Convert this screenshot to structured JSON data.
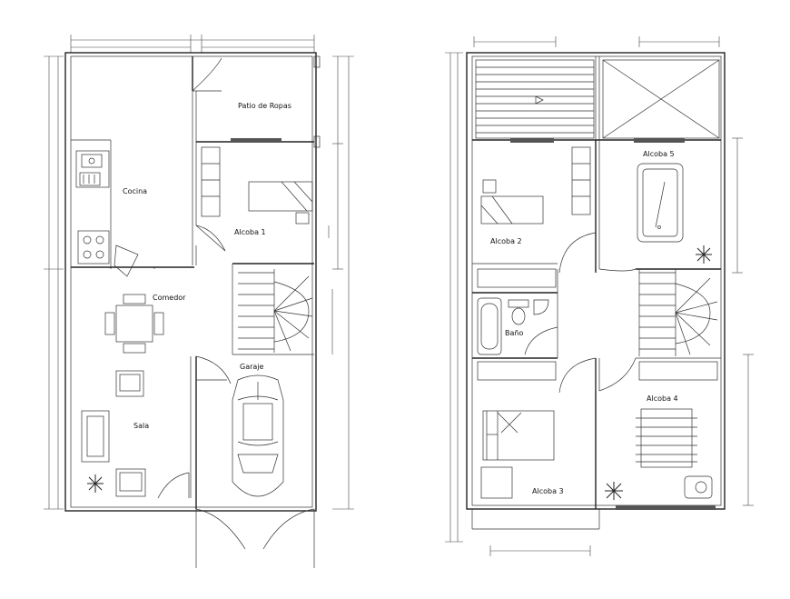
{
  "labels": {
    "patio": "Patio de Ropas",
    "cocina": "Cocina",
    "alcoba1": "Alcoba 1",
    "comedor": "Comedor",
    "garaje": "Garaje",
    "sala": "Sala",
    "alcoba2": "Alcoba 2",
    "alcoba5": "Alcoba 5",
    "bano": "Baño",
    "alcoba4": "Alcoba 4",
    "alcoba3": "Alcoba 3"
  }
}
